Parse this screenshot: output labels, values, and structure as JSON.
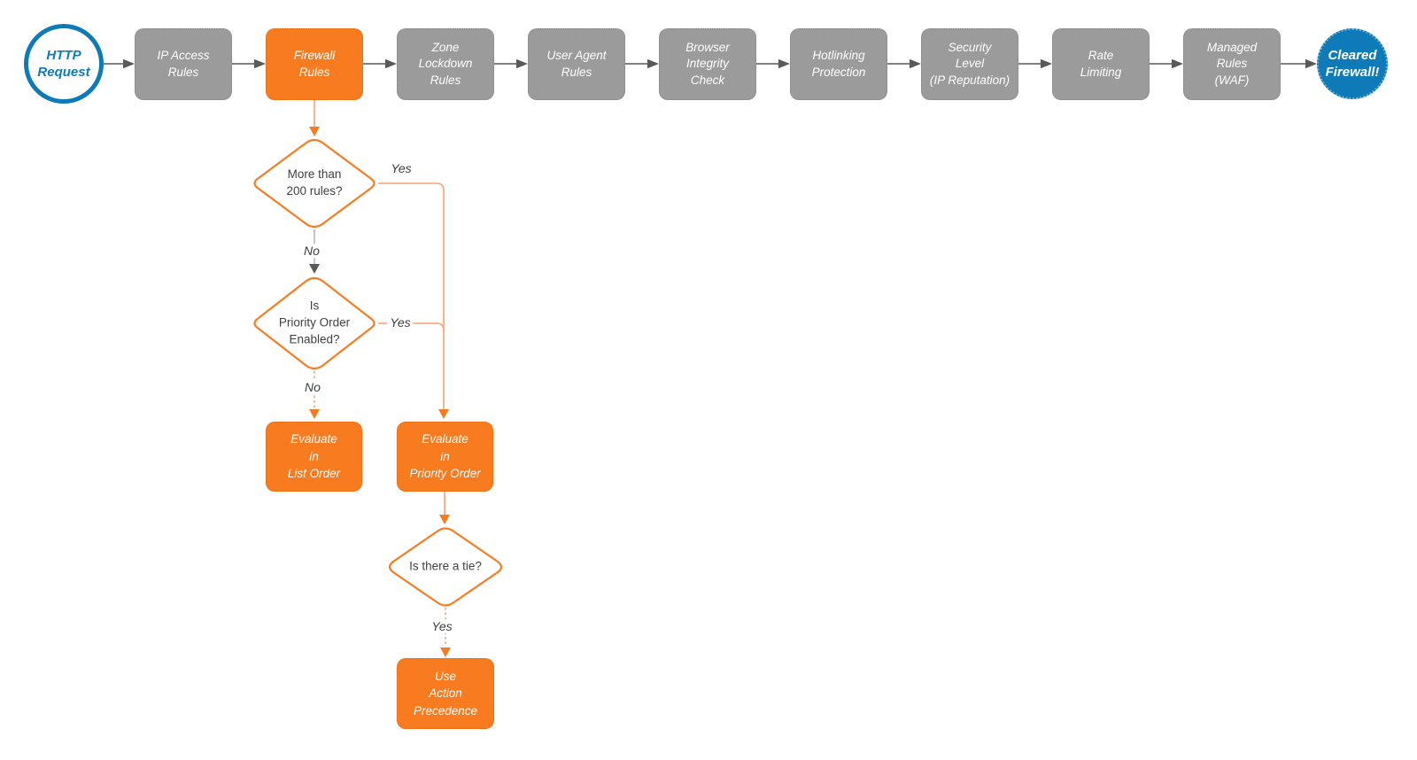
{
  "colors": {
    "accent_orange": "#F87C1F",
    "node_gray": "#9B9B9B",
    "brand_blue": "#0E7AB8",
    "edge_dark": "#58595B",
    "edge_light_orange": "#F9A173",
    "text_dark": "#404040"
  },
  "pipeline": {
    "start": {
      "label": "HTTP\nRequest"
    },
    "stages": [
      {
        "label": "IP Access\nRules"
      },
      {
        "label": "Firewall\nRules"
      },
      {
        "label": "Zone\nLockdown\nRules"
      },
      {
        "label": "User Agent\nRules"
      },
      {
        "label": "Browser\nIntegrity\nCheck"
      },
      {
        "label": "Hotlinking\nProtection"
      },
      {
        "label": "Security\nLevel\n(IP Reputation)"
      },
      {
        "label": "Rate\nLimiting"
      },
      {
        "label": "Managed\nRules\n(WAF)"
      }
    ],
    "end": {
      "label": "Cleared\nFirewall!"
    }
  },
  "firewall_branch": {
    "decision_more_than_200": "More than\n200 rules?",
    "decision_priority_order": "Is\nPriority Order\nEnabled?",
    "decision_tie": "Is there a tie?",
    "action_list_order": "Evaluate\nin\nList Order",
    "action_priority_order": "Evaluate\nin\nPriority Order",
    "action_precedence": "Use\nAction\nPrecedence",
    "labels": {
      "yes1": "Yes",
      "no1": "No",
      "yes2": "Yes",
      "no2": "No",
      "yes3": "Yes"
    }
  }
}
